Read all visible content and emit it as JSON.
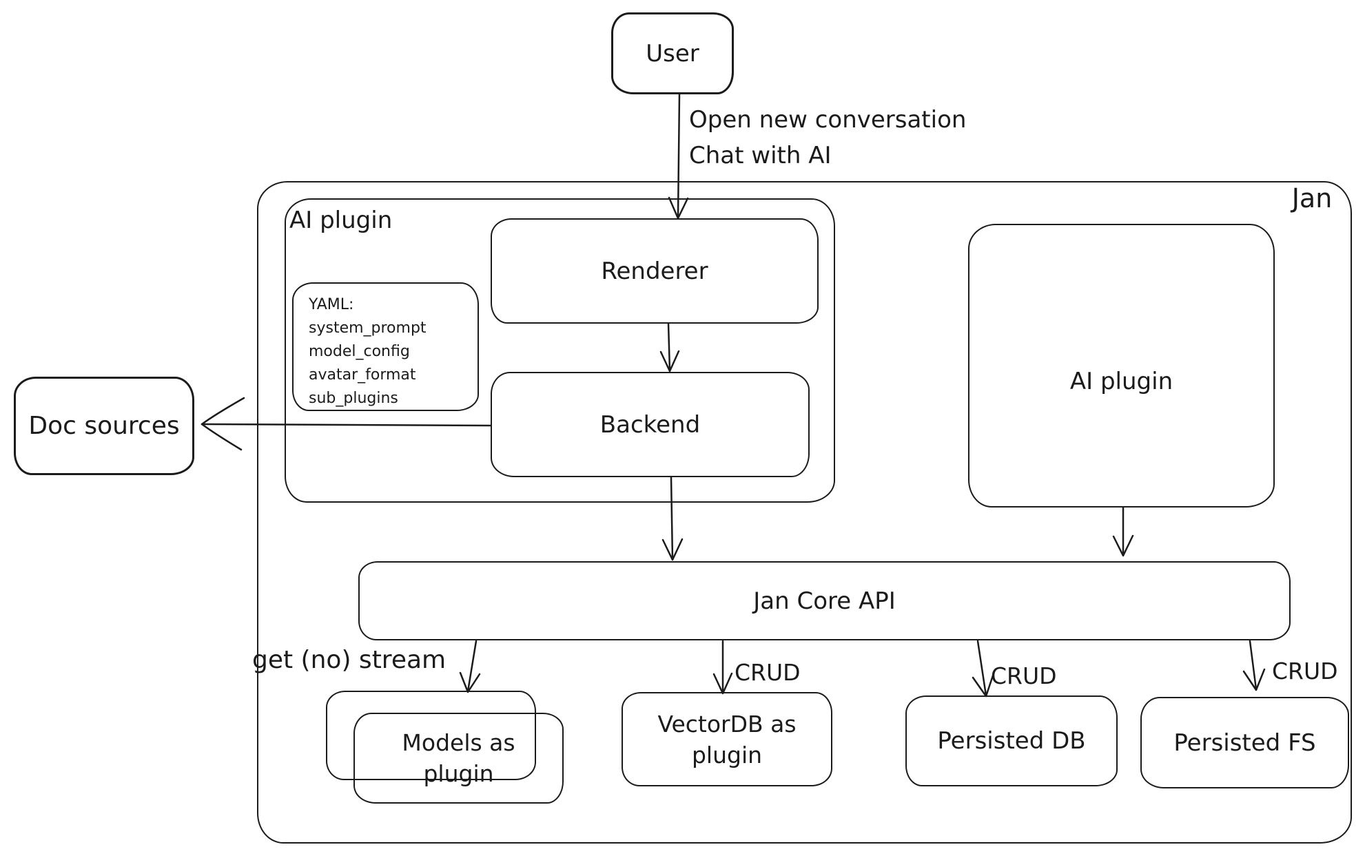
{
  "colors": {
    "stroke": "#1b1b1b",
    "background": "#ffffff"
  },
  "nodes": {
    "user": "User",
    "jan": "Jan",
    "ai_plugin_left": "AI plugin",
    "renderer": "Renderer",
    "backend": "Backend",
    "doc_sources": "Doc sources",
    "ai_plugin_right": "AI plugin",
    "jan_core_api": "Jan Core API",
    "models_as_plugin": {
      "line1": "Models as",
      "line2": "plugin"
    },
    "vectordb_as_plugin": {
      "line1": "VectorDB as",
      "line2": "plugin"
    },
    "persisted_db": "Persisted DB",
    "persisted_fs": "Persisted FS"
  },
  "yaml_note": {
    "lines": [
      "YAML:",
      "system_prompt",
      "model_config",
      "avatar_format",
      "sub_plugins"
    ]
  },
  "edge_labels": {
    "user_flow_line1": "Open new conversation",
    "user_flow_line2": "Chat with AI",
    "get_no_stream": "get (no) stream",
    "crud_vectordb": "CRUD",
    "crud_persisted_db": "CRUD",
    "crud_persisted_fs": "CRUD"
  }
}
